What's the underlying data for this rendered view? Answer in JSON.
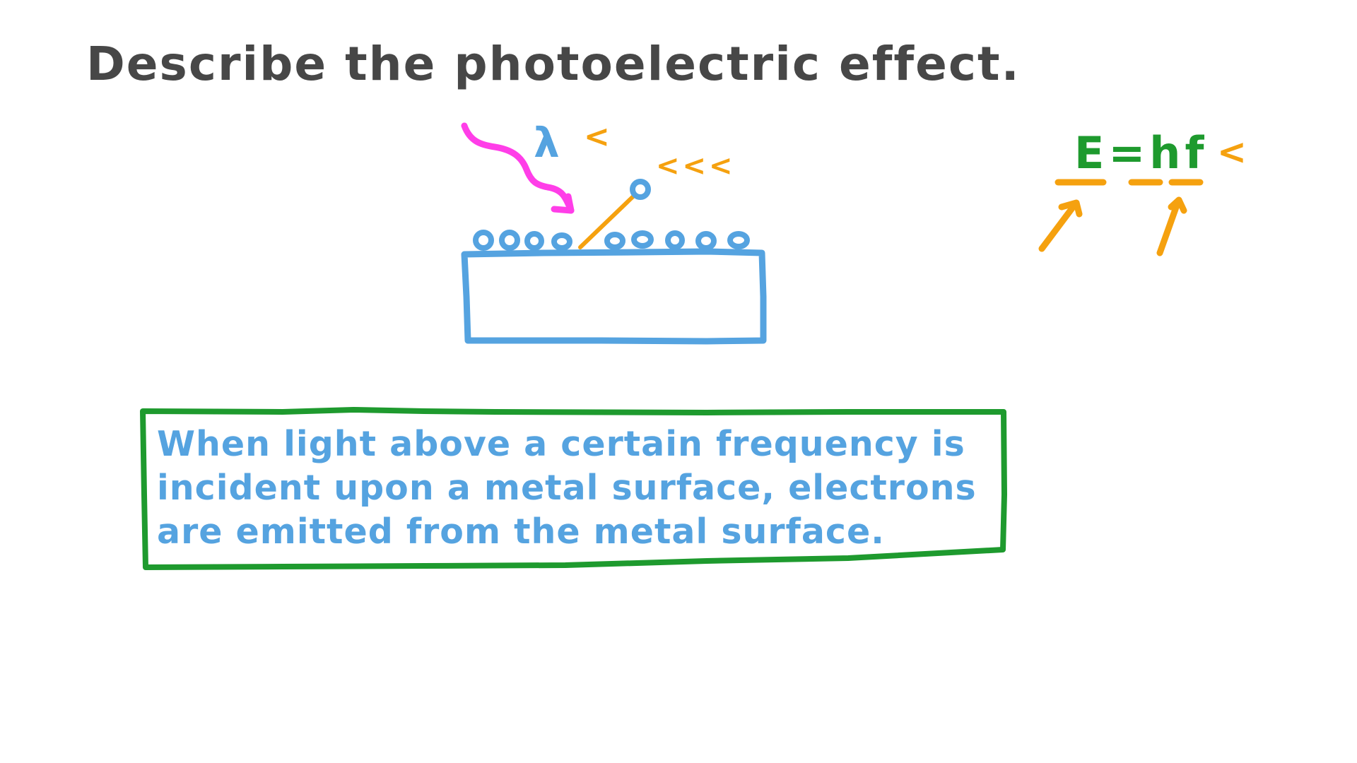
{
  "title": "Describe the photoelectric effect.",
  "diagram": {
    "incident_light_label": "λ",
    "incident_light_tick": "<",
    "emitted_electron_ticks": "<<<",
    "incident_light_color": "#ff3ee8",
    "metal_color": "#55a3e0",
    "electron_path_color": "#f5a10f",
    "surface_electron_count": 9,
    "emitted_electron_count": 1
  },
  "equation": {
    "text": "E=hf",
    "tick": "<",
    "color": "#1e9a2e",
    "annotation_color": "#f5a10f",
    "underlined_terms": [
      "E",
      "h",
      "f"
    ],
    "arrows_pointing_to": [
      "E",
      "f"
    ]
  },
  "answer": {
    "border_color": "#1e9a2e",
    "text_color": "#55a3e0",
    "lines": [
      "When light above a certain frequency is",
      "incident upon a metal surface, electrons",
      "are emitted from the metal surface."
    ]
  }
}
